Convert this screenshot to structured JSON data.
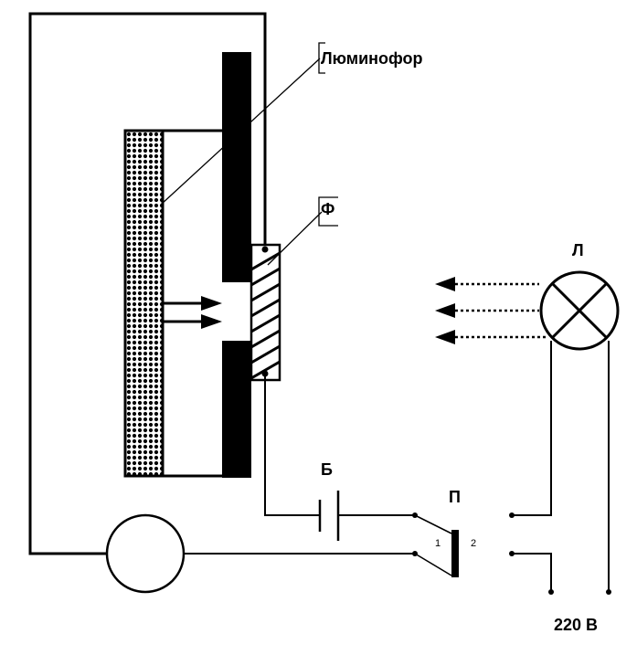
{
  "labels": {
    "phosphor": "Люминофор",
    "filter": "Ф",
    "lamp": "Л",
    "battery": "Б",
    "switch": "П",
    "switch_pos_1": "1",
    "switch_pos_2": "2",
    "voltage": "220 В"
  },
  "colors": {
    "ink": "#000000",
    "background": "#ffffff"
  }
}
